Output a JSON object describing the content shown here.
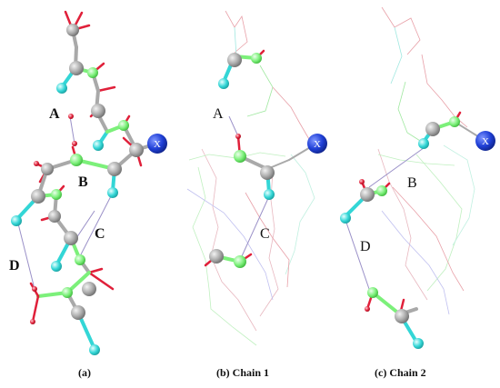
{
  "panels": [
    {
      "id": "a",
      "caption": "(a)",
      "labels": [
        "A",
        "B",
        "C",
        "D"
      ],
      "marker": "X"
    },
    {
      "id": "b",
      "caption": "(b) Chain 1",
      "labels": [
        "A",
        "C"
      ],
      "marker": "X"
    },
    {
      "id": "c",
      "caption": "(c) Chain 2",
      "labels": [
        "B",
        "D"
      ],
      "marker": "X"
    }
  ],
  "colors": {
    "carbon": "#a9a9a9",
    "oxygen": "#e0203a",
    "nitrogen": "#7cf07a",
    "fluorine": "#33d6d6",
    "marker": "#1f3fd6",
    "hbond": "#9a90c8"
  }
}
